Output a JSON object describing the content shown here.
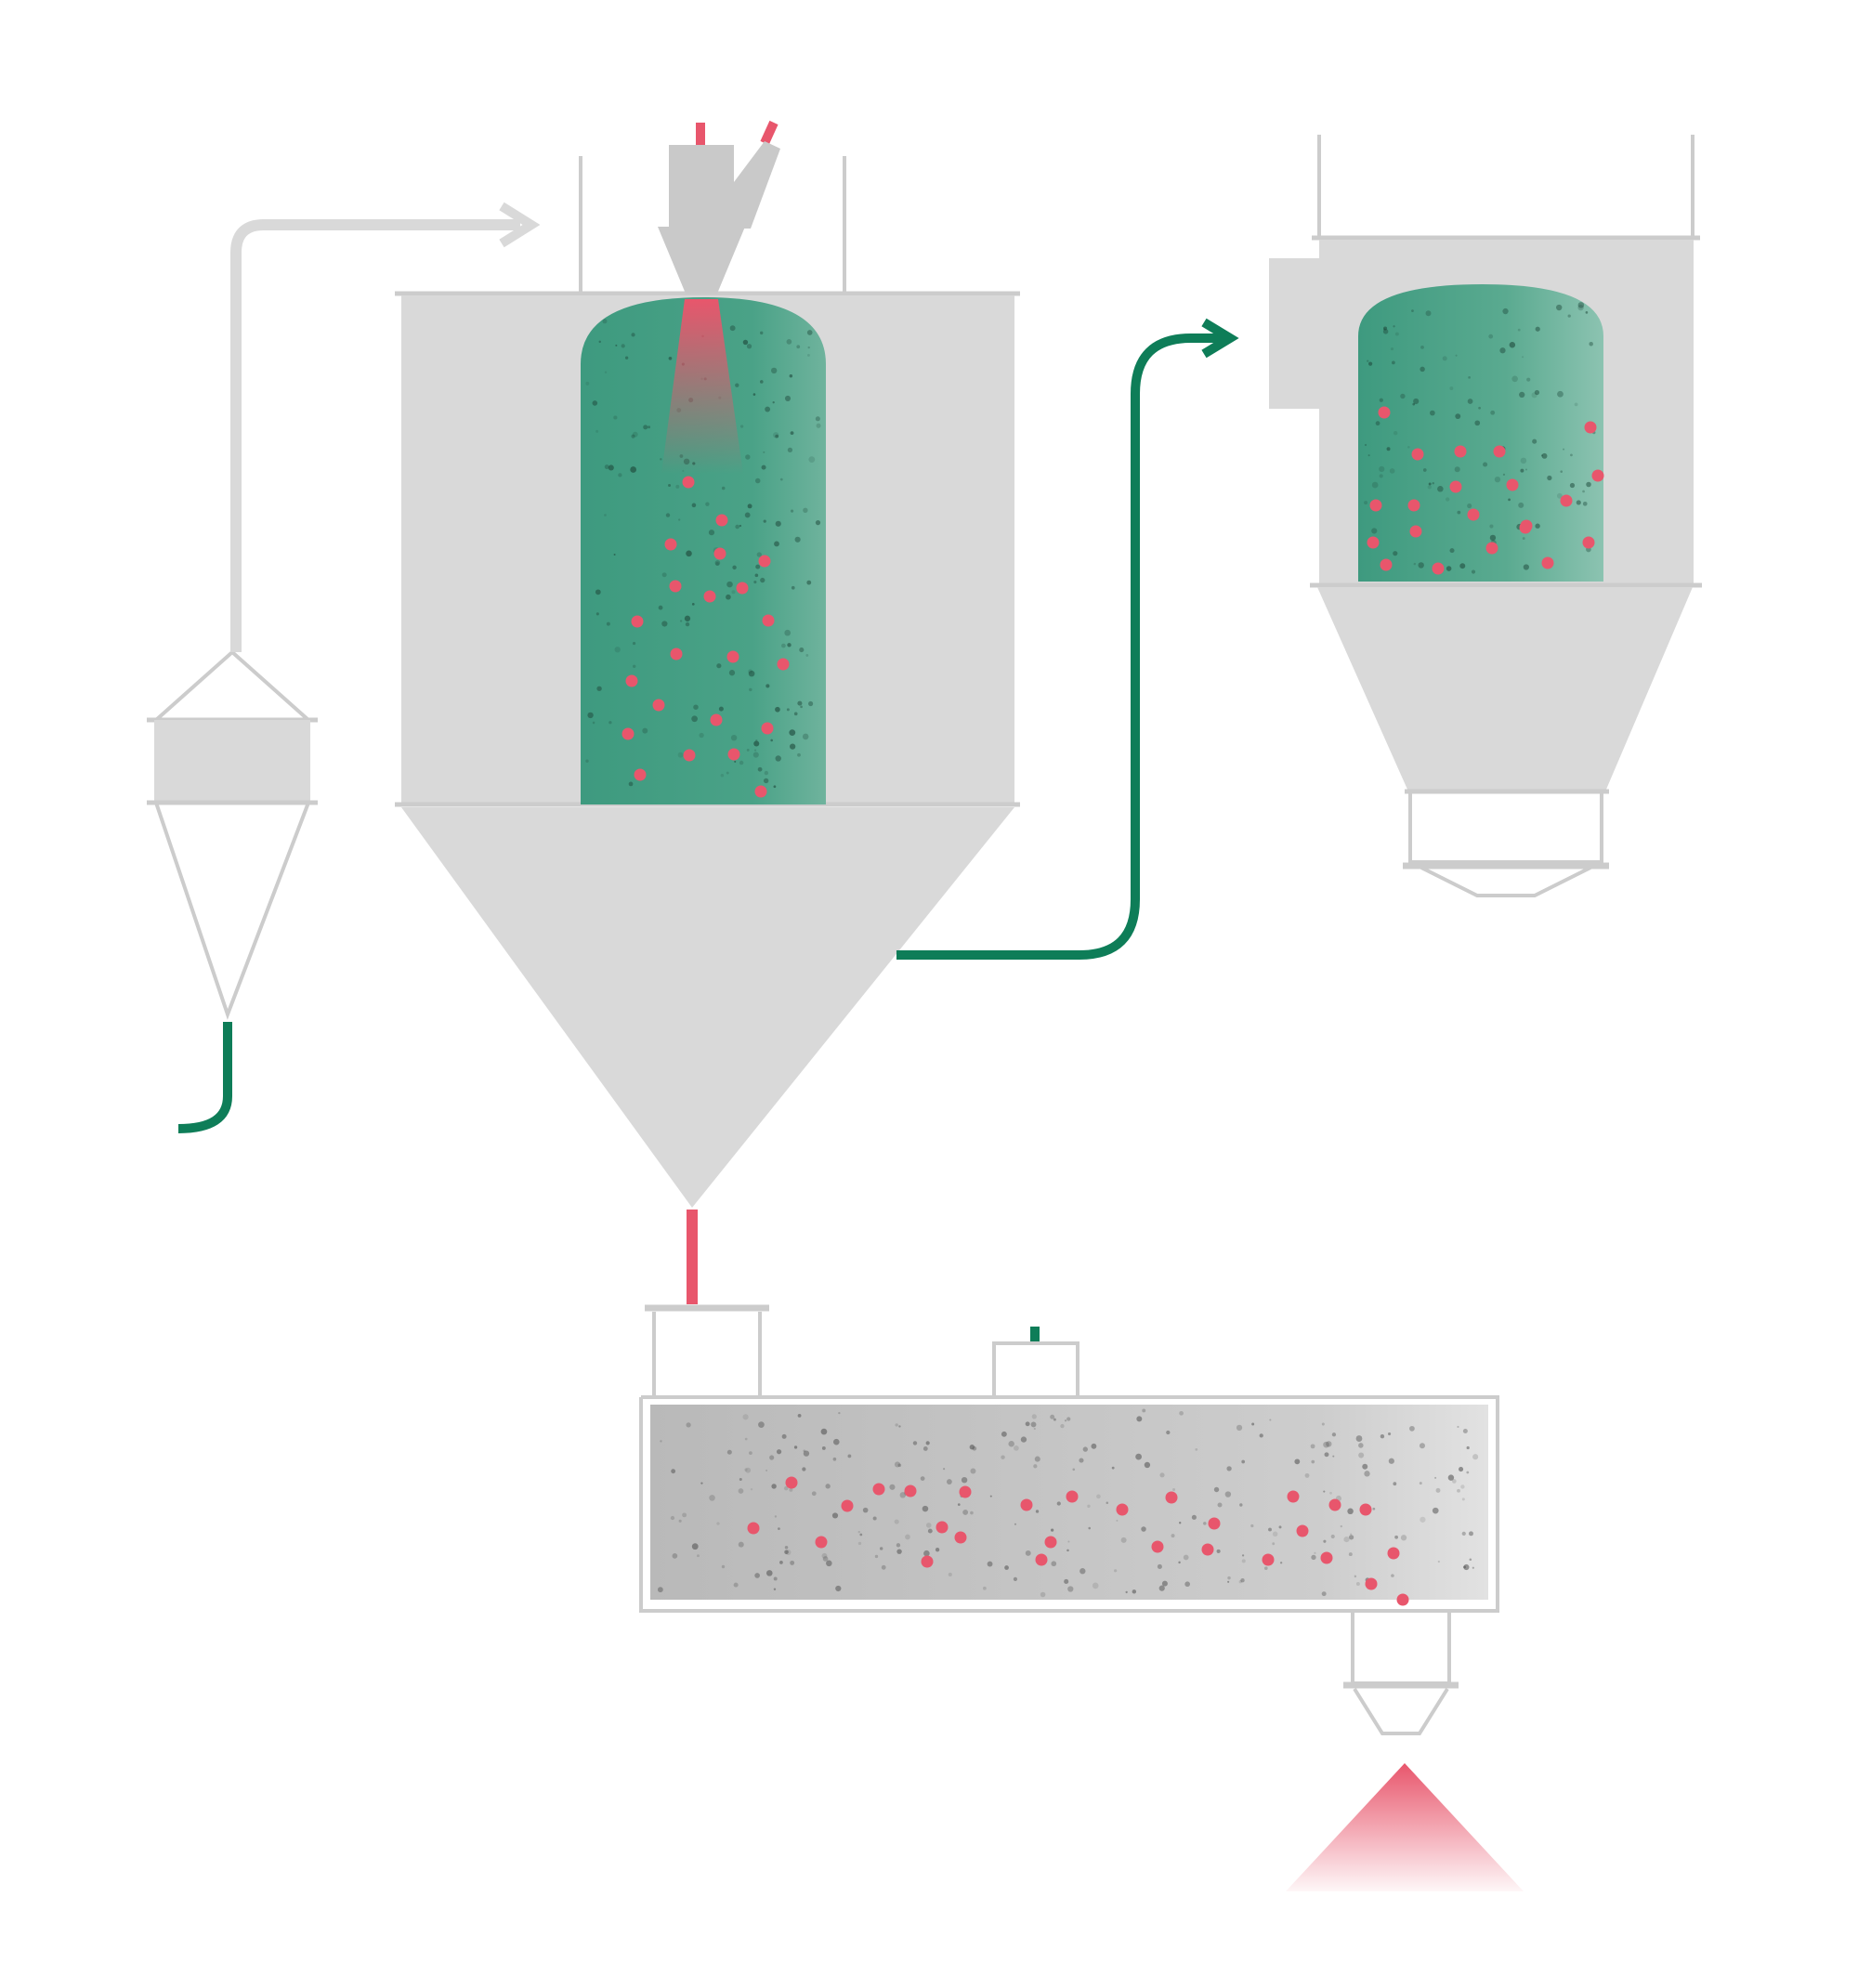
{
  "colors": {
    "equipment": "#d9d9d9",
    "outline": "#cccccc",
    "chamber": "#3e9a7f",
    "chamber_light": "#76b8a3",
    "pipe_green": "#0e7d58",
    "particle": "#e8566c",
    "spray": "#e8566c",
    "speckle": "#1f4a3c",
    "drum_fill": "#c4c4c4",
    "background": "#ffffff"
  },
  "icons": {
    "flow_arrow": "arrowhead-icon",
    "nozzle": "spray-nozzle-icon",
    "product": "powder-pile-icon"
  },
  "diagram": {
    "units": [
      "cyclone-separator",
      "spray-drying-tower",
      "bag-filter-collector",
      "rotary-drum-dryer",
      "powder-discharge"
    ],
    "flows": [
      "air-inlet-line",
      "exhaust-gas-line",
      "fines-return-line",
      "product-transfer-line"
    ]
  }
}
